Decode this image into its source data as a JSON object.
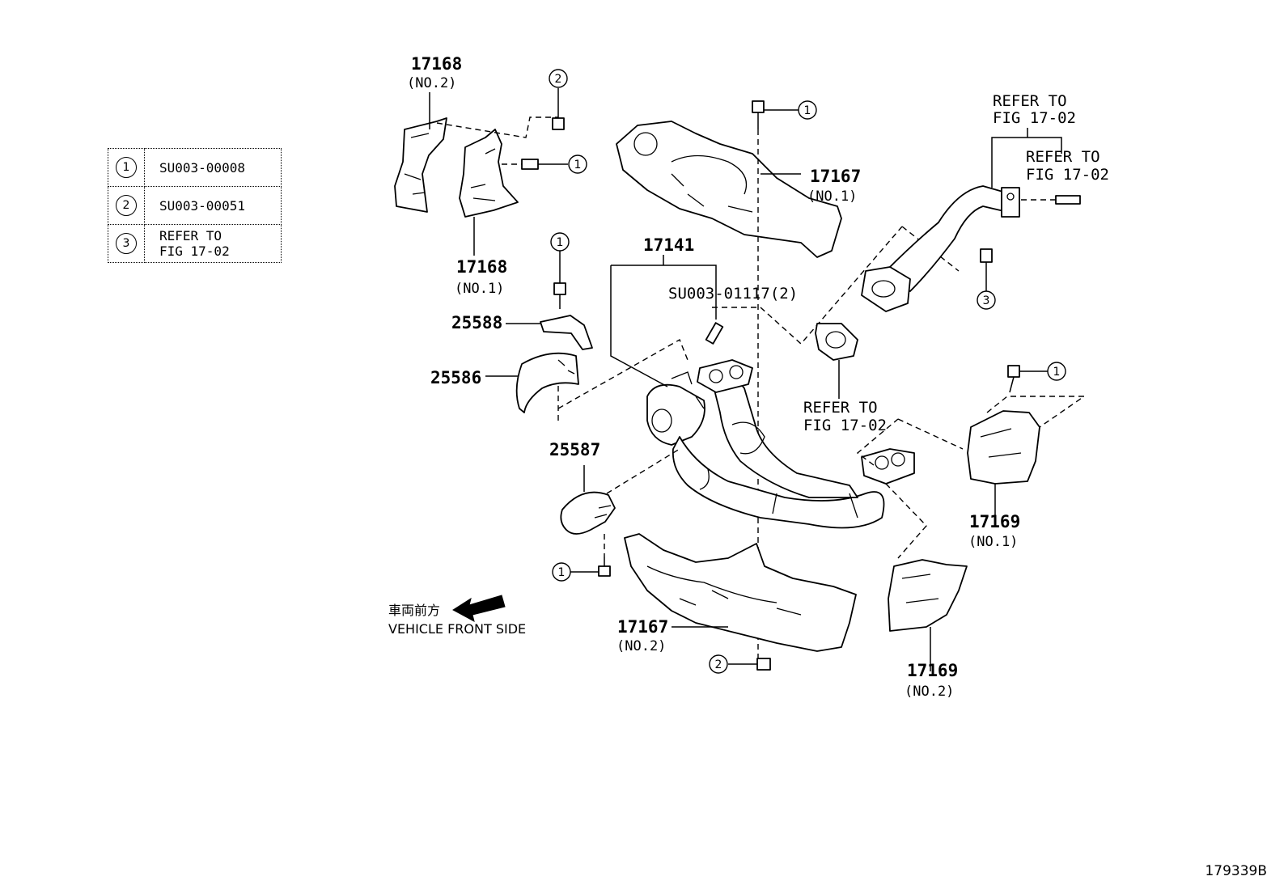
{
  "legend": [
    {
      "num": "1",
      "text": "SU003-00008"
    },
    {
      "num": "2",
      "text": "SU003-00051"
    },
    {
      "num": "3",
      "text": "REFER TO FIG 17-02",
      "line1": "REFER TO",
      "line2": "FIG 17-02"
    }
  ],
  "callouts": {
    "c1": "1",
    "c2": "2",
    "c3": "3"
  },
  "parts": {
    "p17168_no2": {
      "num": "17168",
      "sub": "(NO.2)"
    },
    "p17168_no1": {
      "num": "17168",
      "sub": "(NO.1)"
    },
    "p17167_no1": {
      "num": "17167",
      "sub": "(NO.1)"
    },
    "p17167_no2": {
      "num": "17167",
      "sub": "(NO.2)"
    },
    "p17141": {
      "num": "17141"
    },
    "su_stud": {
      "text": "SU003-01117(2)"
    },
    "p25588": {
      "num": "25588"
    },
    "p25586": {
      "num": "25586"
    },
    "p25587": {
      "num": "25587"
    },
    "p17169_no1": {
      "num": "17169",
      "sub": "(NO.1)"
    },
    "p17169_no2": {
      "num": "17169",
      "sub": "(NO.2)"
    }
  },
  "refers": {
    "top_a": {
      "line1": "REFER TO",
      "line2": "FIG 17-02"
    },
    "top_b": {
      "line1": "REFER TO",
      "line2": "FIG 17-02"
    },
    "mid": {
      "line1": "REFER TO",
      "line2": "FIG 17-02"
    }
  },
  "direction": {
    "jp": "車両前方",
    "en": "VEHICLE FRONT SIDE"
  },
  "figure_id": "179339B"
}
